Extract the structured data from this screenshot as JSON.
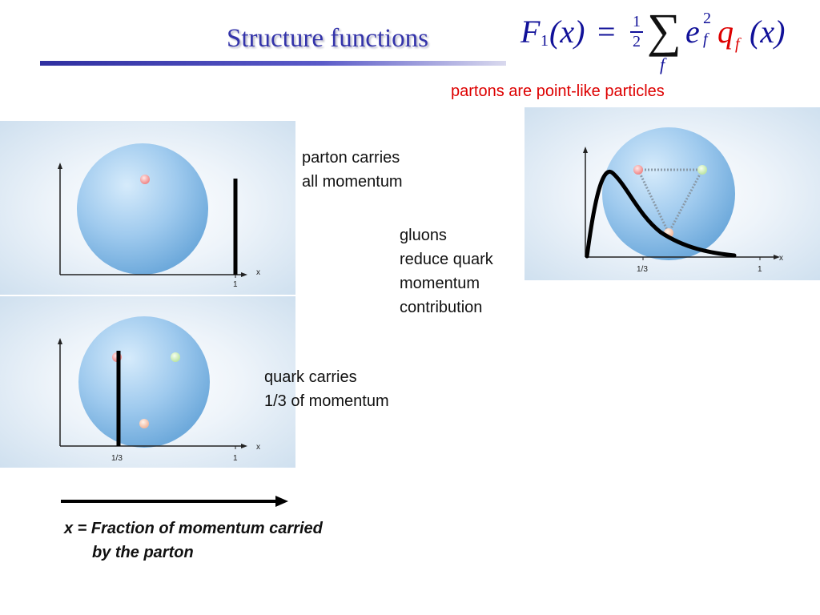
{
  "slide": {
    "title": "Structure functions",
    "formula": {
      "lhs_symbol": "F",
      "lhs_subscript": "1",
      "lhs_arg": "(x)",
      "equals": "=",
      "half_num": "1",
      "half_den": "2",
      "sum_symbol": "∑",
      "sum_index": "f",
      "charge_symbol": "e",
      "charge_sub": "f",
      "charge_sup": "2",
      "dist_symbol": "q",
      "dist_sub": "f",
      "rhs_arg": "(x)"
    },
    "note": "partons are point-like particles",
    "captions": {
      "panel1": [
        "parton carries",
        "all momentum"
      ],
      "panel2": [
        "quark carries",
        "1/3 of momentum"
      ],
      "panel3": [
        "gluons",
        "reduce quark",
        "momentum",
        "contribution"
      ]
    },
    "axis": {
      "x_label": "x",
      "tick_one": "1",
      "tick_third": "1/3"
    },
    "x_definition": {
      "line1": "x = Fraction of momentum carried",
      "line2": "by the parton"
    }
  }
}
